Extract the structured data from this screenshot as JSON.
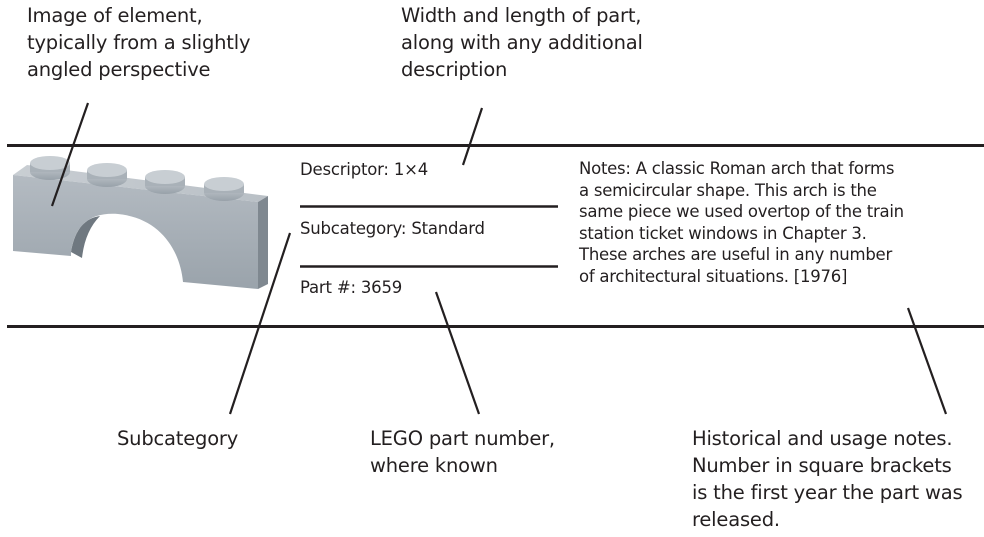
{
  "callouts": {
    "image": "Image of element,\ntypically from a slightly\nangled perspective",
    "descriptor": "Width and length of part,\nalong with any additional\ndescription",
    "subcategory": "Subcategory",
    "part_number": "LEGO part number,\nwhere known",
    "notes": "Historical and usage notes.\nNumber in square brackets\nis the first year the part was\nreleased."
  },
  "entry": {
    "image_alt": "1x4 arch brick, light gray",
    "descriptor": "Descriptor: 1×4",
    "subcategory": "Subcategory: Standard",
    "part_number": "Part #: 3659",
    "notes": "Notes: A classic Roman arch that forms\na semicircular shape. This arch is the\nsame piece we used overtop of the train\nstation ticket windows in Chapter 3.\nThese arches are useful in any number\nof architectural situations. [1976]"
  },
  "colors": {
    "text": "#231f20",
    "rule": "#231f20",
    "brick_face": "#a9b1b9",
    "brick_top": "#c3c9ce",
    "brick_side": "#8e979f"
  }
}
